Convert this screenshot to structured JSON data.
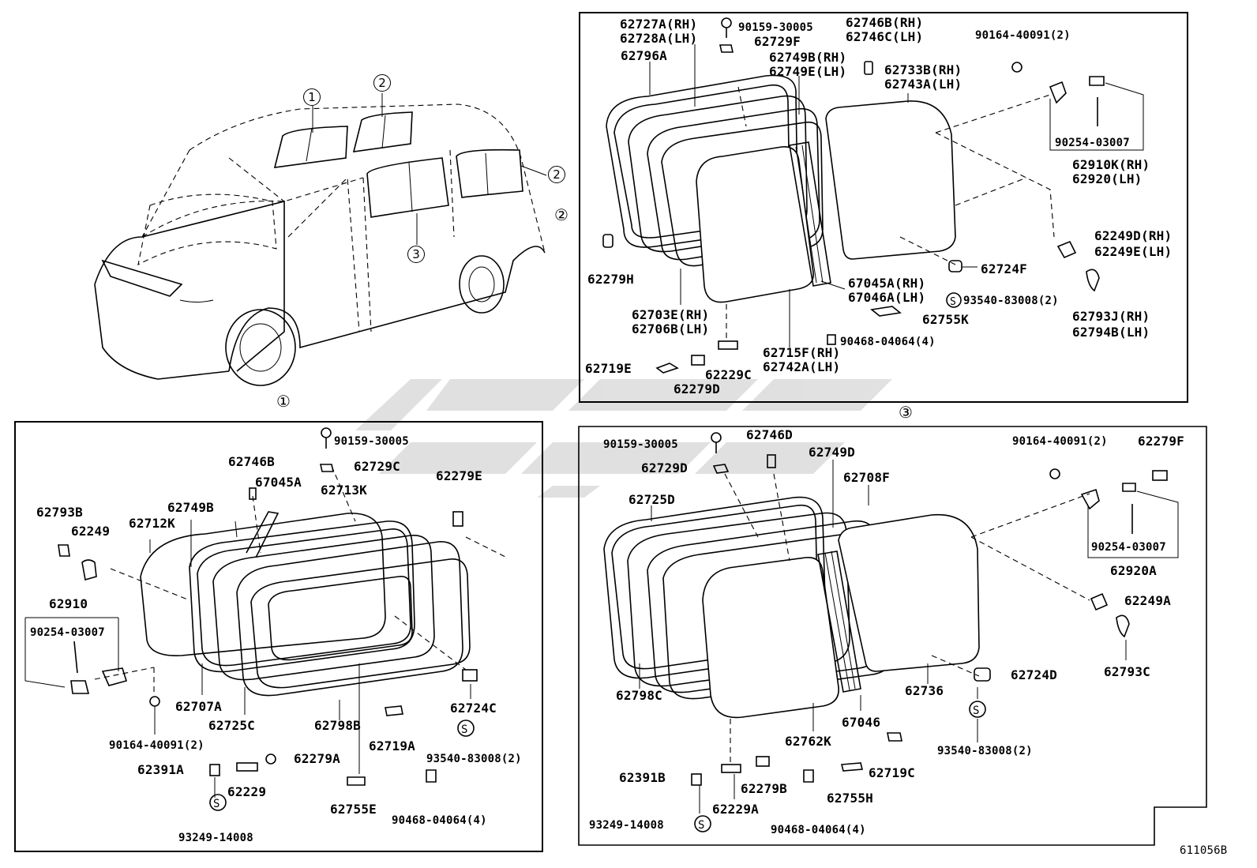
{
  "diagram": {
    "callouts": [
      "①",
      "②",
      "③"
    ],
    "section_titles": {
      "s1": "①",
      "s3": "③",
      "s2": "②"
    },
    "vehicle_callouts": [
      {
        "id": "c1",
        "text": "1"
      },
      {
        "id": "c2a",
        "text": "2"
      },
      {
        "id": "c2b",
        "text": "2"
      },
      {
        "id": "c3",
        "text": "3"
      }
    ],
    "doc_code": "611056B",
    "panel_top_right_labels": [
      "62727A(RH)",
      "62728A(LH)",
      "62796A",
      "90159-30005",
      "62729F",
      "62746B(RH)",
      "62746C(LH)",
      "62749B(RH)",
      "62749E(LH)",
      "62733B(RH)",
      "62743A(LH)",
      "90164-40091(2)",
      "90254-03007",
      "62910K(RH)",
      "62920(LH)",
      "62249D(RH)",
      "62249E(LH)",
      "62279H",
      "62724F",
      "67045A(RH)",
      "67046A(LH)",
      "62703E(RH)",
      "62706B(LH)",
      "93540-83008(2)",
      "62755K",
      "62793J(RH)",
      "62794B(LH)",
      "90468-04064(4)",
      "62715F(RH)",
      "62742A(LH)",
      "62719E",
      "62229C",
      "62279D"
    ],
    "panel_bottom_left_labels": [
      "90159-30005",
      "62746B",
      "62729C",
      "67045A",
      "62713K",
      "62279E",
      "62793B",
      "62249",
      "62749B",
      "62712K",
      "62910",
      "90254-03007",
      "62707A",
      "62725C",
      "62798B",
      "62724C",
      "90164-40091(2)",
      "62719A",
      "93540-83008(2)",
      "62391A",
      "62279A",
      "62229",
      "62755E",
      "90468-04064(4)",
      "93249-14008"
    ],
    "panel_bottom_right_labels": [
      "90159-30005",
      "62746D",
      "90164-40091(2)",
      "62279F",
      "62729D",
      "62749D",
      "62708F",
      "62725D",
      "90254-03007",
      "62920A",
      "62249A",
      "62793C",
      "62798C",
      "62736",
      "62724D",
      "67046",
      "62762K",
      "93540-83008(2)",
      "62719C",
      "62391B",
      "62279B",
      "62229A",
      "62755H",
      "90468-04064(4)",
      "93249-14008"
    ]
  }
}
